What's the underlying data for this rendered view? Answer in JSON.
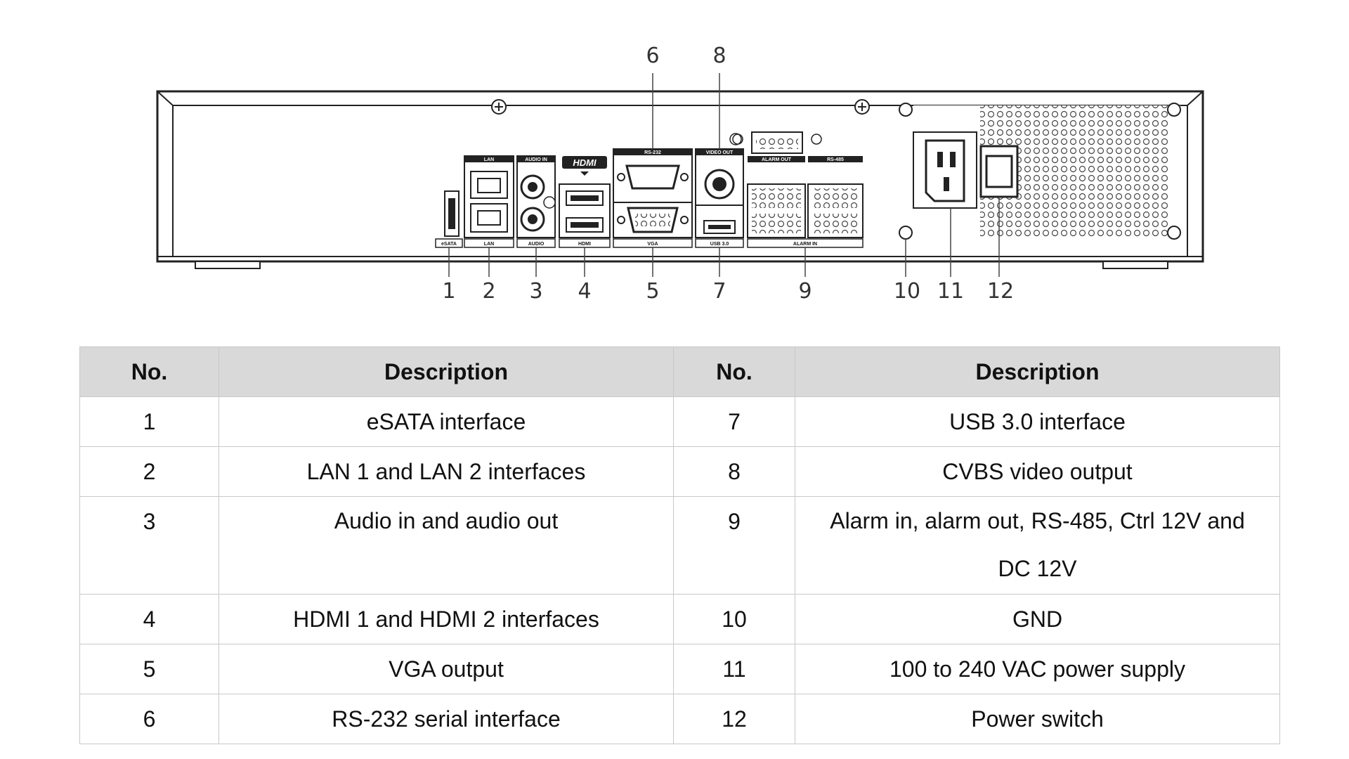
{
  "diagram": {
    "callouts_top": [
      "6",
      "8"
    ],
    "callouts_bottom": [
      "1",
      "2",
      "3",
      "4",
      "5",
      "7",
      "9",
      "10",
      "11",
      "12"
    ],
    "panel_labels": {
      "esata": "eSATA",
      "lan": "LAN",
      "audio_in": "AUDIO IN",
      "audio": "AUDIO",
      "hdmi": "HDMI",
      "rs232": "RS-232",
      "vga": "VGA",
      "video_out": "VIDEO OUT",
      "usb": "USB 3.0",
      "alarm_out": "ALARM OUT",
      "rs485": "RS-485",
      "alarm_in": "ALARM IN",
      "hdmi_logo": "HDMI"
    }
  },
  "table": {
    "headers": [
      "No.",
      "Description",
      "No.",
      "Description"
    ],
    "rows": [
      {
        "no1": "1",
        "desc1": "eSATA interface",
        "no2": "7",
        "desc2": "USB 3.0 interface"
      },
      {
        "no1": "2",
        "desc1": "LAN 1 and LAN 2 interfaces",
        "no2": "8",
        "desc2": "CVBS video output"
      },
      {
        "no1": "3",
        "desc1": "Audio in and audio out",
        "no2": "9",
        "desc2": "Alarm in, alarm out, RS-485, Ctrl 12V and DC 12V"
      },
      {
        "no1": "4",
        "desc1": "HDMI 1 and HDMI 2 interfaces",
        "no2": "10",
        "desc2": "GND"
      },
      {
        "no1": "5",
        "desc1": "VGA output",
        "no2": "11",
        "desc2": "100 to 240 VAC power supply"
      },
      {
        "no1": "6",
        "desc1": "RS-232 serial interface",
        "no2": "12",
        "desc2": "Power switch"
      }
    ]
  }
}
